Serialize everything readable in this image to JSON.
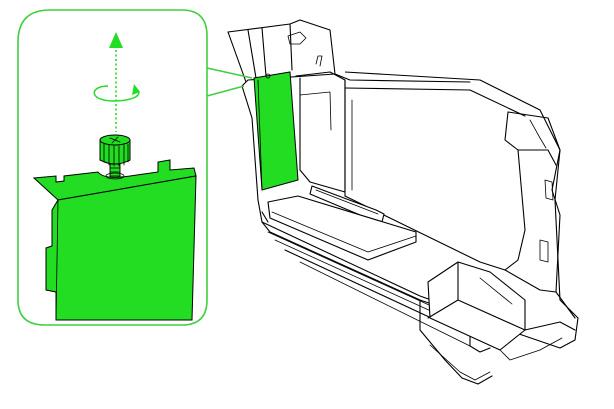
{
  "colors": {
    "highlight": "#22dd22",
    "highlight_dark": "#12a712",
    "callout_border": "#3fcf3f",
    "line": "#000000",
    "background": "#ffffff"
  },
  "arrow_direction": "up",
  "rotation_direction": "counterclockwise",
  "highlighted_part": "bracket-panel"
}
